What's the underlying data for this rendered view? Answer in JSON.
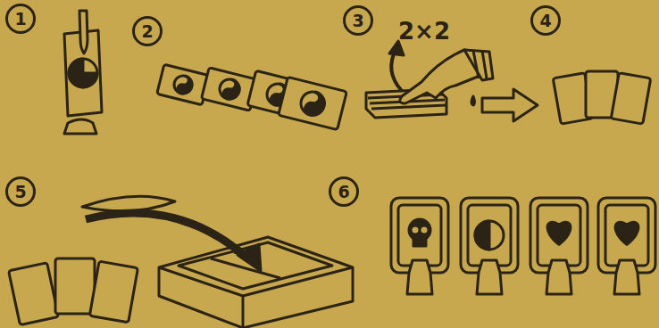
{
  "diagram": {
    "nodes": [
      {
        "text": [
          "1"
        ]
      },
      {
        "text": [
          "2"
        ]
      },
      {
        "text": [
          "3"
        ]
      },
      {
        "text": [
          "4"
        ]
      },
      {
        "text": [
          "5"
        ]
      },
      {
        "text": [
          "6"
        ]
      }
    ],
    "labels": [
      "2×2"
    ]
  }
}
